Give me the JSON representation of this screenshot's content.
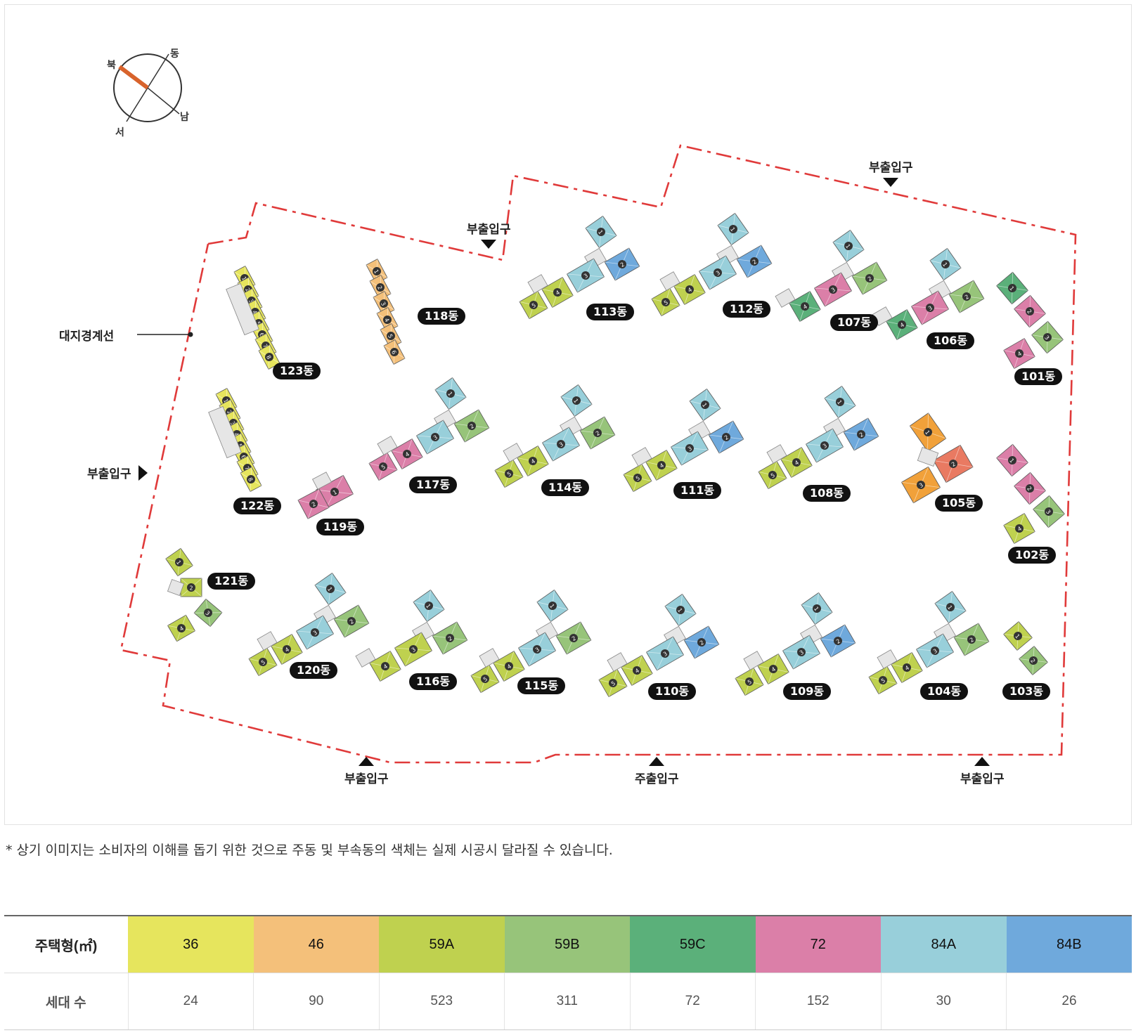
{
  "compass": {
    "north": "북",
    "east": "동",
    "south": "남",
    "west": "서"
  },
  "labels": {
    "boundary": "대지경계선",
    "sub_entrance": "부출입구",
    "main_entrance": "주출입구"
  },
  "buildings": [
    "101동",
    "102동",
    "103동",
    "104동",
    "105동",
    "106동",
    "107동",
    "108동",
    "109동",
    "110동",
    "111동",
    "112동",
    "113동",
    "114동",
    "115동",
    "116동",
    "117동",
    "118동",
    "119동",
    "120동",
    "121동",
    "122동",
    "123동"
  ],
  "note": "* 상기 이미지는 소비자의 이해를 돕기 위한 것으로 주동 및 부속동의 색체는 실제 시공시 달라질 수 있습니다.",
  "table": {
    "type_header": "주택형(㎡)",
    "count_header": "세대 수",
    "types": [
      {
        "name": "36",
        "count": "24",
        "color": "#e6e55d"
      },
      {
        "name": "46",
        "count": "90",
        "color": "#f4c07a"
      },
      {
        "name": "59A",
        "count": "523",
        "color": "#bfd14f"
      },
      {
        "name": "59B",
        "count": "311",
        "color": "#97c47a"
      },
      {
        "name": "59C",
        "count": "72",
        "color": "#5bb07a"
      },
      {
        "name": "72",
        "count": "152",
        "color": "#db7fa8"
      },
      {
        "name": "84A",
        "count": "30",
        "color": "#98cfda"
      },
      {
        "name": "84B",
        "count": "26",
        "color": "#6fa9dc"
      }
    ]
  },
  "colors": {
    "boundary": "#e03a3a",
    "compass_north": "#d8632c"
  }
}
